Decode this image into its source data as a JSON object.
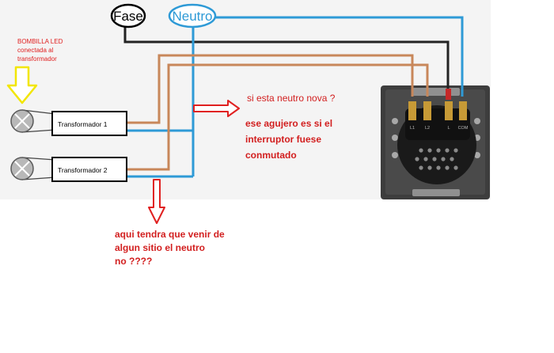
{
  "diagram": {
    "labels": {
      "fase": "Fase",
      "neutro": "Neutro",
      "bulb_note": [
        "BOMBILLA LED",
        "conectada al",
        "transformador"
      ],
      "transformer_1": "Transformador 1",
      "transformer_2": "Transformador 2"
    },
    "annotations": {
      "neutral_question": "si esta neutro nova ?",
      "hole_note": [
        "ese agujero es si el",
        "interruptor fuese",
        "conmutado"
      ],
      "neutral_source": [
        "aqui tendra que venir de",
        "algun sitio el neutro",
        "no ????"
      ]
    },
    "switch_terminals": [
      "L1",
      "L2",
      "L",
      "COM"
    ],
    "colors": {
      "fase_wire": "#222222",
      "neutro_wire": "#2e9ad6",
      "load_wire": "#c8875a",
      "arrow_red": "#e02020",
      "annotation_red": "#d21f1f",
      "bulb_arrow": "#f2e600",
      "switch_plate": "#3d3d3d",
      "panel_bg": "#f4f4f4"
    }
  }
}
